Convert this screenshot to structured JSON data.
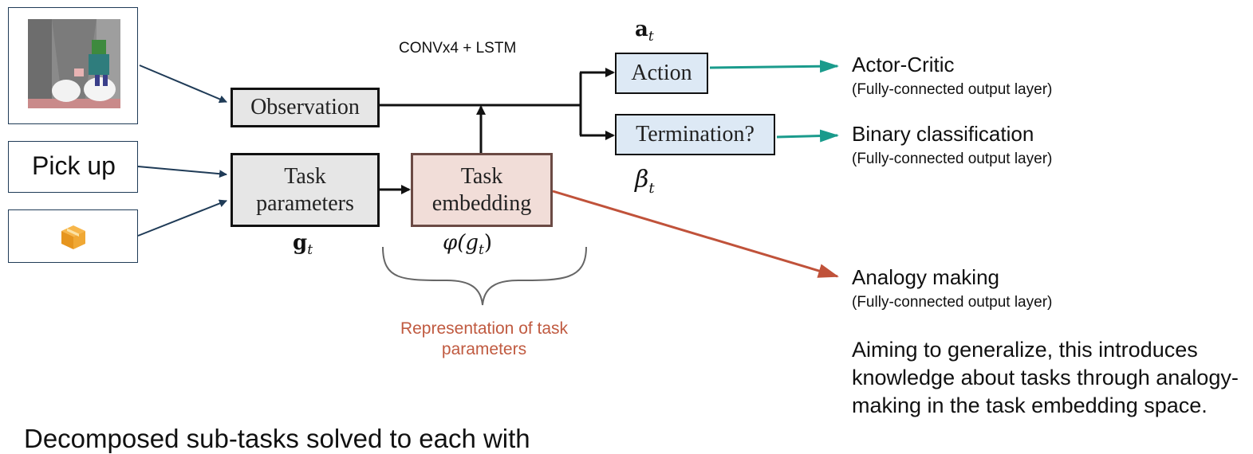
{
  "inputs": {
    "pickup_label": "Pick up"
  },
  "blocks": {
    "observation": "Observation",
    "task_params_line1": "Task",
    "task_params_line2": "parameters",
    "task_embed_line1": "Task",
    "task_embed_line2": "embedding",
    "action": "Action",
    "termination": "Termination?"
  },
  "math": {
    "a_t": "a",
    "a_sub": "t",
    "g_t": "g",
    "g_sub": "t",
    "phi_g": "φ(g",
    "phi_sub": "t",
    "phi_close": ")",
    "beta": "β",
    "beta_sub": "t"
  },
  "labels": {
    "conv": "CONVx4 + LSTM",
    "representation": "Representation of task parameters"
  },
  "outputs": {
    "actor_critic": "Actor-Critic",
    "actor_critic_sub": "(Fully-connected output layer)",
    "binary": "Binary classification",
    "binary_sub": "(Fully-connected output layer)",
    "analogy": "Analogy making",
    "analogy_sub": "(Fully-connected output layer)"
  },
  "note": "Aiming to generalize, this introduces knowledge about tasks through analogy-making in the task embedding space.",
  "bottom_text": "Decomposed sub-tasks solved to each with",
  "colors": {
    "teal_arrow": "#1a9b8c",
    "red_arrow": "#c0523a",
    "navy_arrow": "#1f3b57"
  }
}
